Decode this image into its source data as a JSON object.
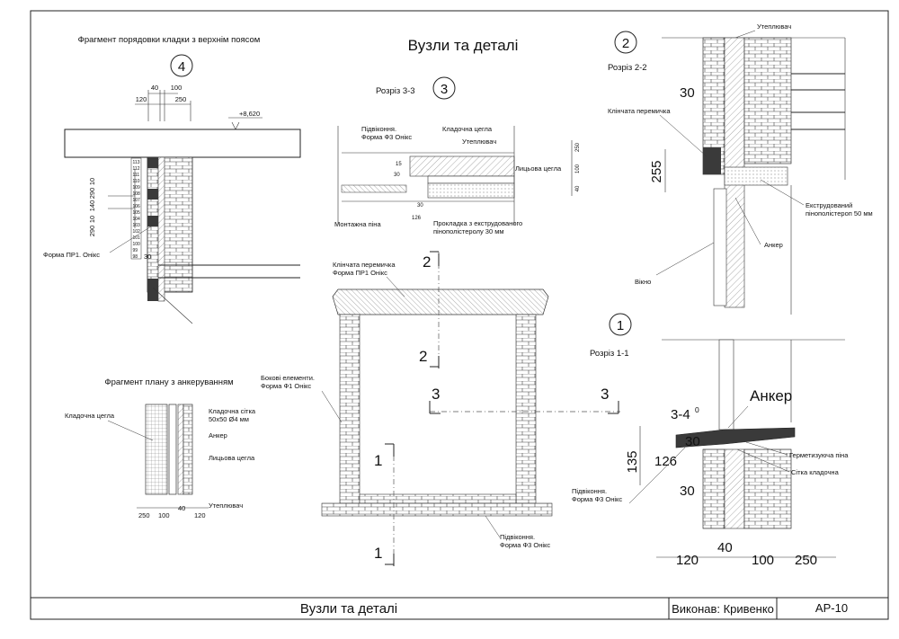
{
  "title_main": "Вузли та деталі",
  "stamp": {
    "title": "Вузли та деталі",
    "author": "Виконав: Кривенко",
    "sheet": "АР-10"
  },
  "detail4": {
    "title": "Фрагмент порядовки кладки з верхнім поясом",
    "marker": "4",
    "dims_top": [
      "40",
      "100",
      "120",
      "250"
    ],
    "elev": "+8,620",
    "dims_left": [
      "10",
      "290",
      "140",
      "10",
      "290"
    ],
    "rows": [
      "113",
      "112",
      "111",
      "110",
      "109",
      "108",
      "107",
      "106",
      "105",
      "104",
      "103",
      "102",
      "101",
      "100",
      "99",
      "98"
    ],
    "dim_30": "30",
    "label": "Форма ПР1. Онікс"
  },
  "plan": {
    "title": "Фрагмент плану з анкеруванням",
    "labels": [
      "Кладочна цегла",
      "Кладочна сітка",
      "50х50  Ø4 мм",
      "Анкер",
      "Лицьова цегла",
      "Утеплювач"
    ],
    "dims": [
      "250",
      "100",
      "40",
      "120"
    ]
  },
  "section33": {
    "title": "Розріз 3-3",
    "marker": "3",
    "labels": [
      "Підвіконня.",
      "Форма Ф3 Онікс",
      "Кладочна цегла",
      "Утеплювач",
      "Лицьова цегла",
      "Монтажна піна",
      "Прокладка з екструдованого",
      "пінополістеролу 30 мм"
    ],
    "dims": [
      "15",
      "30",
      "30",
      "126",
      "250",
      "100",
      "40"
    ]
  },
  "elevation": {
    "labels": [
      "Клінчата перемичка",
      "Форма ПР1 Онікс",
      "Бокові елементи.",
      "Форма Ф1 Онікс",
      "Підвіконня.",
      "Форма Ф3 Онікс"
    ],
    "cut_marks": [
      "2",
      "2",
      "3",
      "3",
      "1",
      "1"
    ]
  },
  "section22": {
    "marker": "2",
    "title": "Розріз 2-2",
    "labels": [
      "Утеплювач",
      "Клінчата перемичка",
      "Екструдований",
      "пінополістероп 50 мм",
      "Анкер",
      "Вікно"
    ],
    "dims": [
      "30",
      "255"
    ]
  },
  "section11": {
    "marker": "1",
    "title": "Розріз 1-1",
    "labels": [
      "Анкер",
      "Герметизуюча піна",
      "Сітка кладочна",
      "Підвіконня.",
      "Форма Ф3 Онікс"
    ],
    "dims": [
      "3-4",
      "0",
      "30",
      "135",
      "126",
      "30",
      "120",
      "40",
      "100",
      "250"
    ]
  }
}
